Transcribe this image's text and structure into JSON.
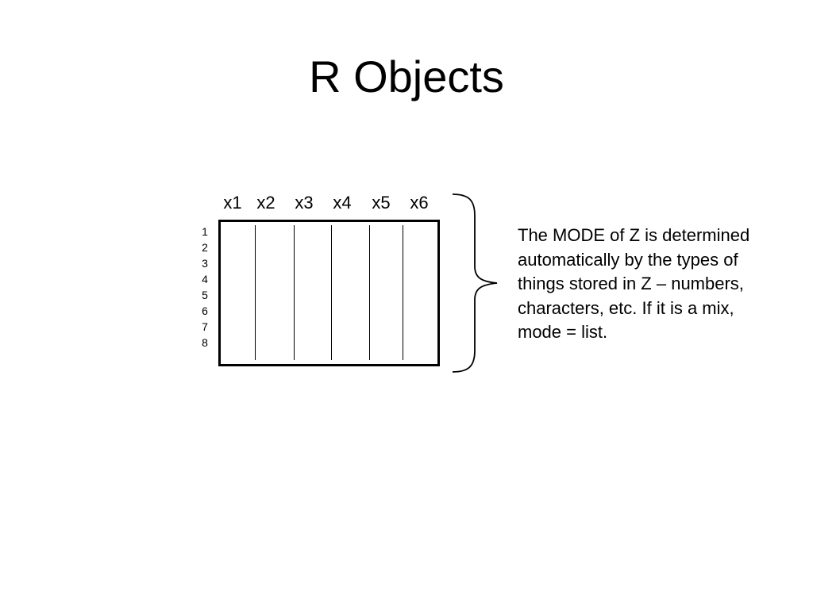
{
  "slide": {
    "title": "R Objects"
  },
  "diagram": {
    "column_labels": [
      "x1",
      "x2",
      "x3",
      "x4",
      "x5",
      "x6"
    ],
    "row_labels": [
      "1",
      "2",
      "3",
      "4",
      "5",
      "6",
      "7",
      "8"
    ],
    "description": "The MODE of Z is determined automatically by the types of things stored in Z – numbers, characters, etc. If it is a mix, mode = list.",
    "line_color": "#000000",
    "background_color": "#ffffff"
  }
}
